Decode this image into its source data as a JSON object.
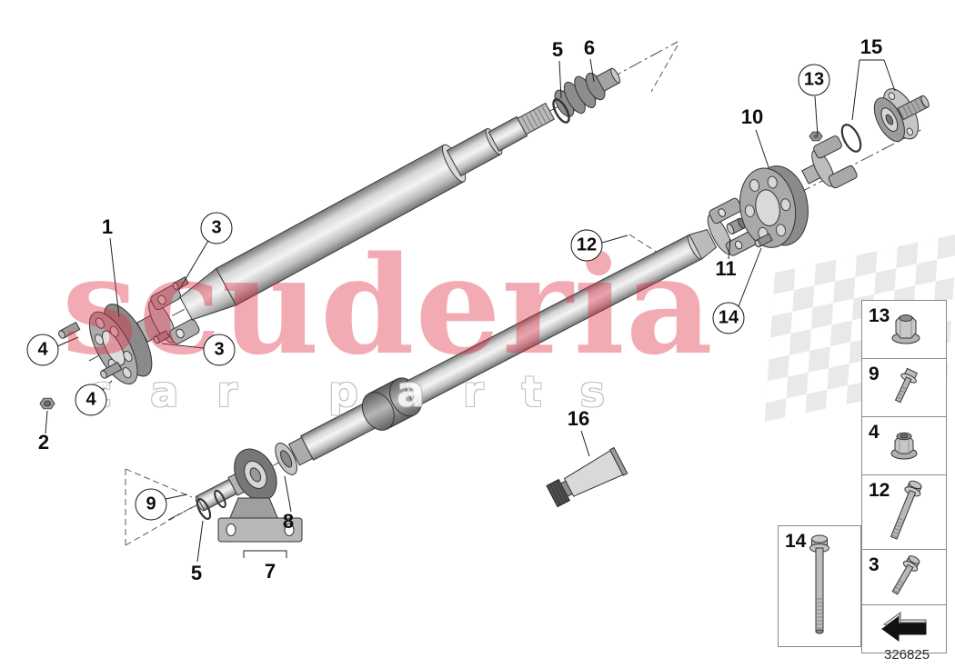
{
  "watermark": {
    "brand": "scuderia",
    "tagline": "car parts",
    "brand_color": "#e02c44"
  },
  "part_number": "326825",
  "callouts": {
    "c1": "1",
    "c2": "2",
    "c3a": "3",
    "c3b": "3",
    "c4a": "4",
    "c4b": "4",
    "c5a": "5",
    "c5b": "5",
    "c6": "6",
    "c7": "7",
    "c8": "8",
    "c9": "9",
    "c10": "10",
    "c11": "11",
    "c12": "12",
    "c13": "13",
    "c14": "14",
    "c15": "15",
    "c16": "16"
  },
  "legend": {
    "items": [
      {
        "label": "13",
        "icon": "flange-nut"
      },
      {
        "label": "9",
        "icon": "hex-screw"
      },
      {
        "label": "4",
        "icon": "lock-nut"
      },
      {
        "label": "12",
        "icon": "long-hex-bolt"
      },
      {
        "label": "3",
        "icon": "hex-bolt"
      },
      {
        "label": "",
        "icon": "direction-arrow"
      }
    ],
    "side_item": {
      "label": "14",
      "icon": "torx-bolt"
    }
  }
}
